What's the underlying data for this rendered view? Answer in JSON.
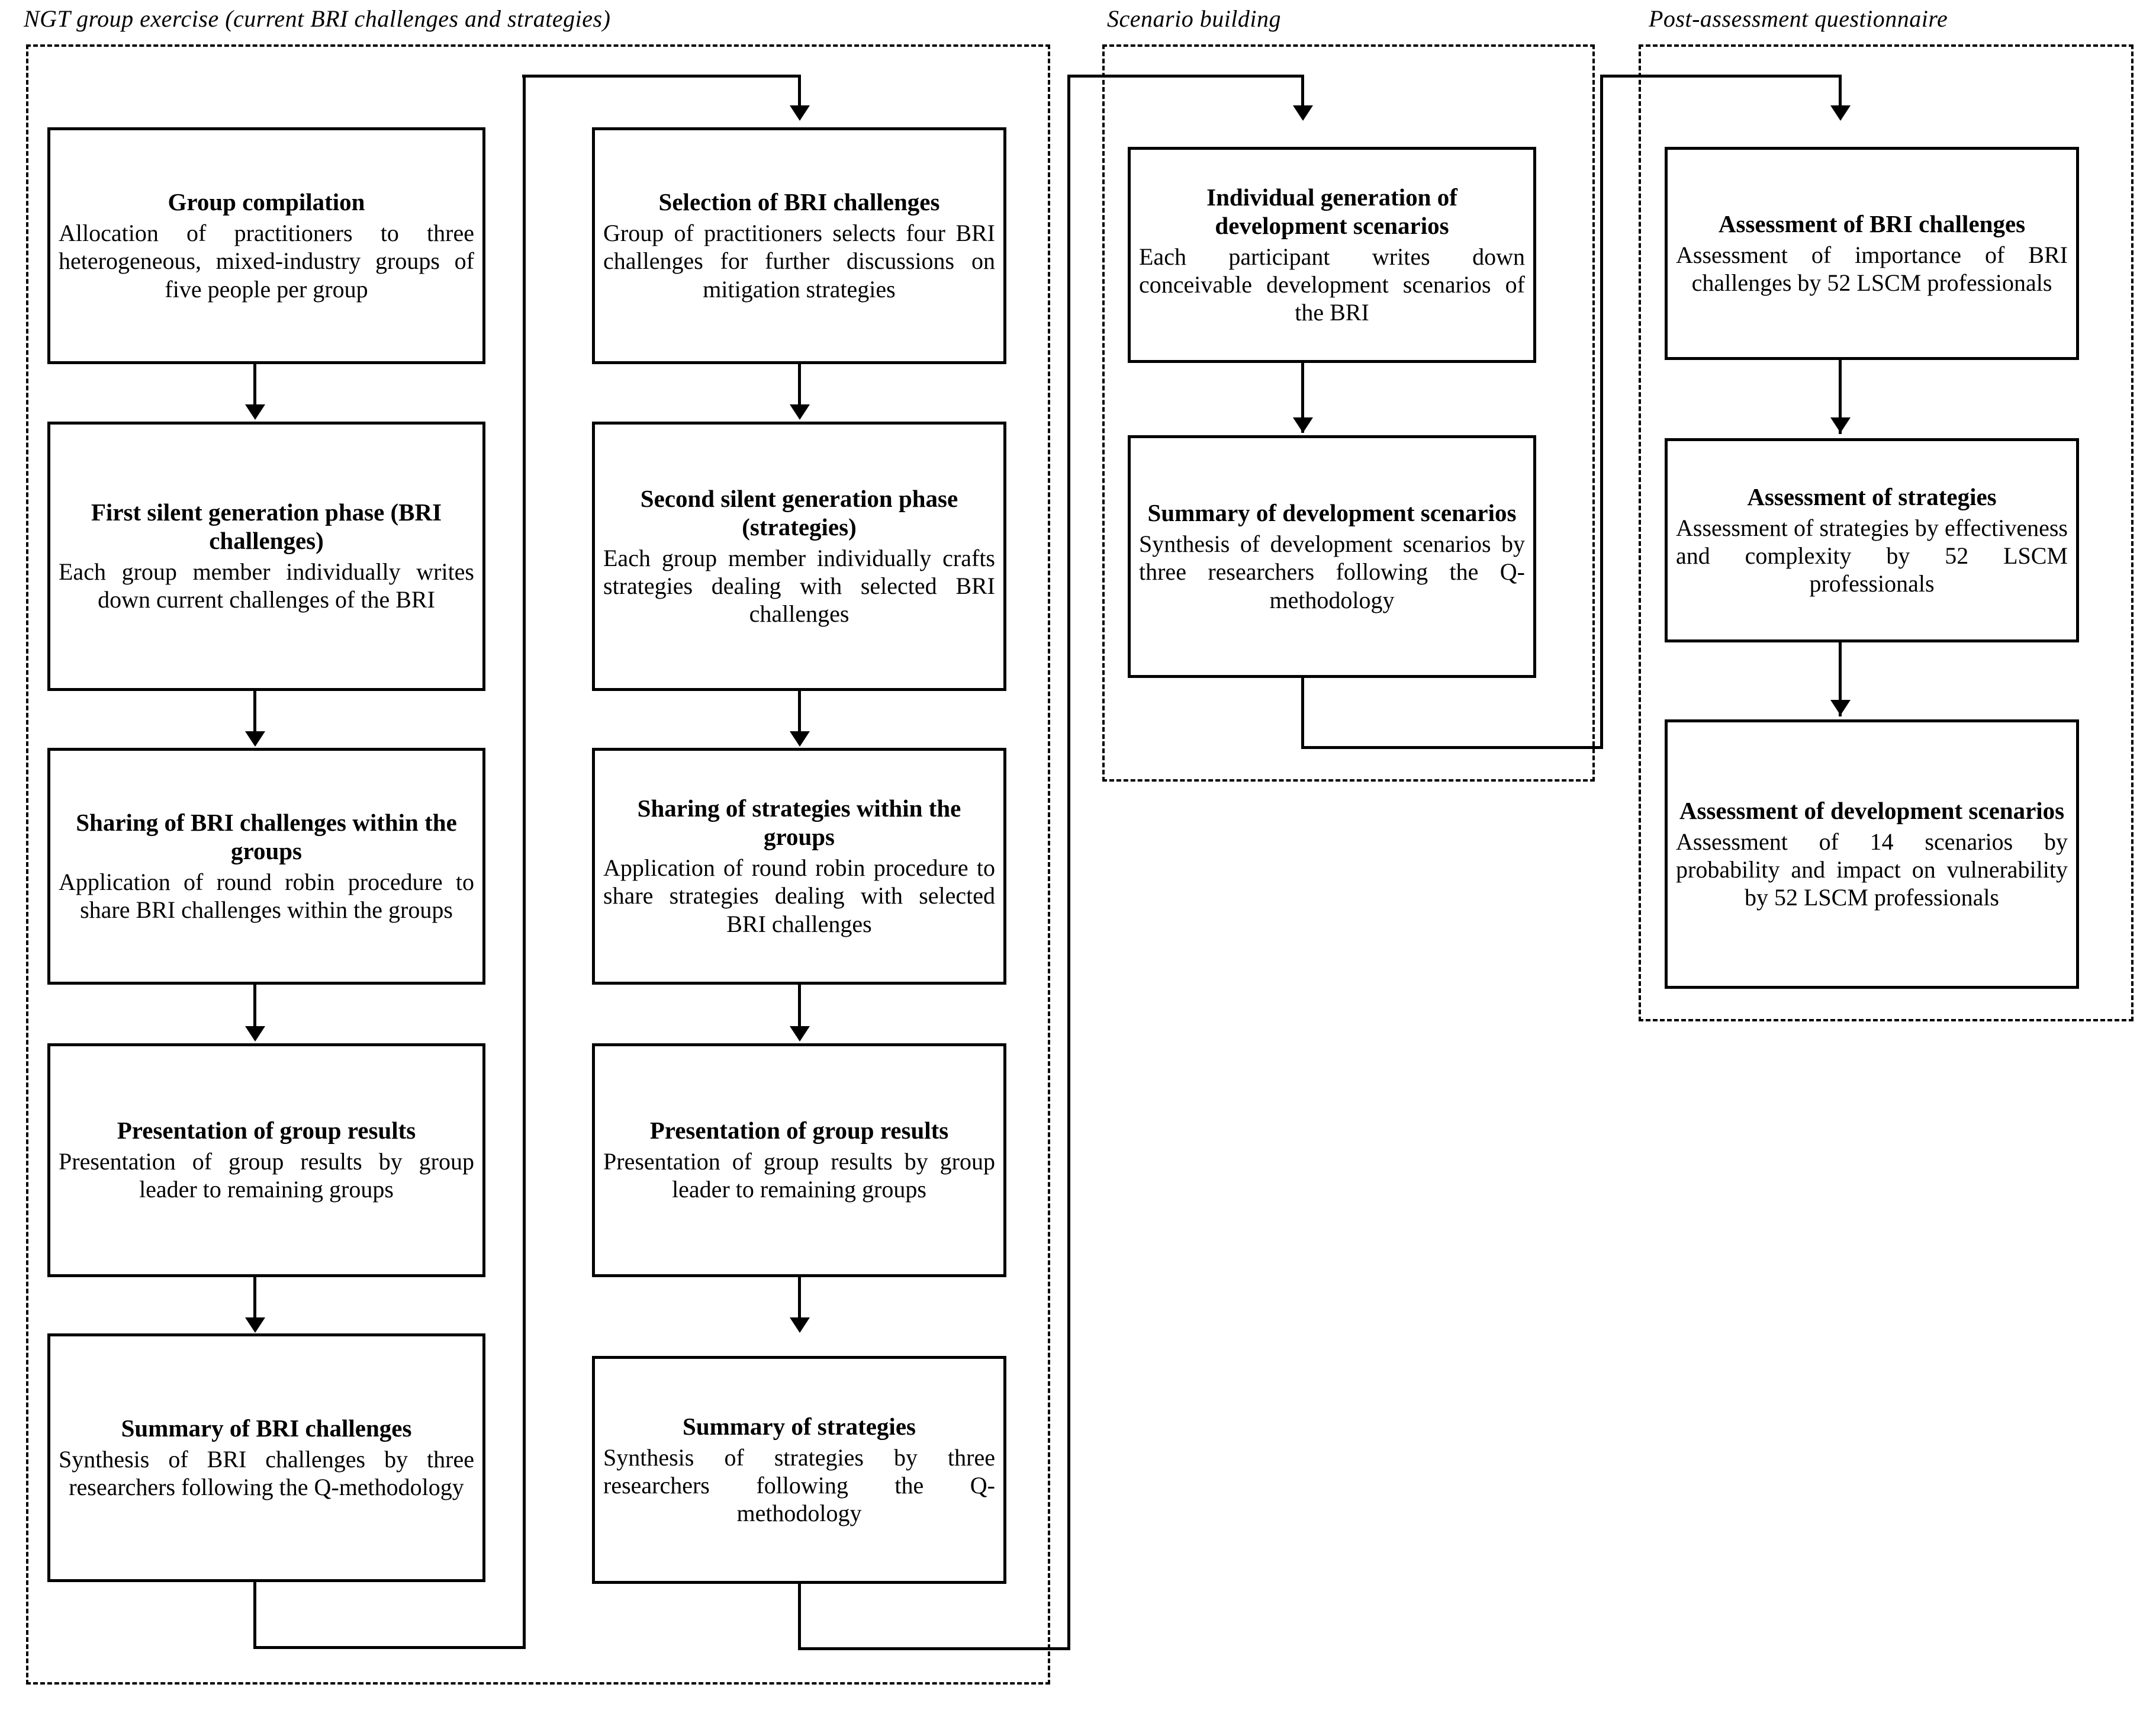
{
  "sections": [
    {
      "id": "ngt",
      "title": "NGT group exercise  (current BRI challenges  and strategies)"
    },
    {
      "id": "scenario",
      "title": "Scenario building"
    },
    {
      "id": "post",
      "title": "Post-assessment questionnaire"
    }
  ],
  "columns": {
    "col1": [
      {
        "title": "Group compilation",
        "body": "Allocation of practitioners to three heterogeneous, mixed-industry groups of five people per group"
      },
      {
        "title": "First silent generation phase (BRI challenges)",
        "body": "Each group member individually writes down current challenges  of the BRI"
      },
      {
        "title": "Sharing of BRI challenges within the groups",
        "body": "Application of round robin procedure  to share BRI challenges  within the groups"
      },
      {
        "title": "Presentation  of group results",
        "body": "Presentation of group results by group leader to remaining groups"
      },
      {
        "title": "Summary  of BRI challenges",
        "body": "Synthesis of BRI challenges by three researchers following  the Q-methodology"
      }
    ],
    "col2": [
      {
        "title": "Selection of BRI challenges",
        "body": "Group of practitioners  selects four BRI challenges for further discussions on mitigation strategies"
      },
      {
        "title": "Second silent generation phase (strategies)",
        "body": "Each group member individually crafts strategies dealing with selected BRI challenges"
      },
      {
        "title": "Sharing of strategies  within the groups",
        "body": "Application of round robin procedure  to share strategies dealing with selected BRI challenges"
      },
      {
        "title": "Presentation  of group results",
        "body": "Presentation of group results by group leader to remaining groups"
      },
      {
        "title": "Summary of strategies",
        "body": "Synthesis of strategies by three researchers  following the Q-methodology"
      }
    ],
    "col3": [
      {
        "title": "Individual generation of development scenarios",
        "body": "Each participant writes down conceivable development scenarios of the BRI"
      },
      {
        "title": "Summary  of development scenarios",
        "body": "Synthesis of development scenarios by three researchers following the Q-methodology"
      }
    ],
    "col4": [
      {
        "title": "Assessment of BRI challenges",
        "body": "Assessment of importance of BRI challenges by 52 LSCM professionals"
      },
      {
        "title": "Assessment  of strategies",
        "body": "Assessment of strategies by effectiveness   and complexity by 52 LSCM professionals"
      },
      {
        "title": "Assessment of development scenarios",
        "body": "Assessment of 14 scenarios by probability and impact on vulnerability by 52 LSCM professionals"
      }
    ]
  }
}
